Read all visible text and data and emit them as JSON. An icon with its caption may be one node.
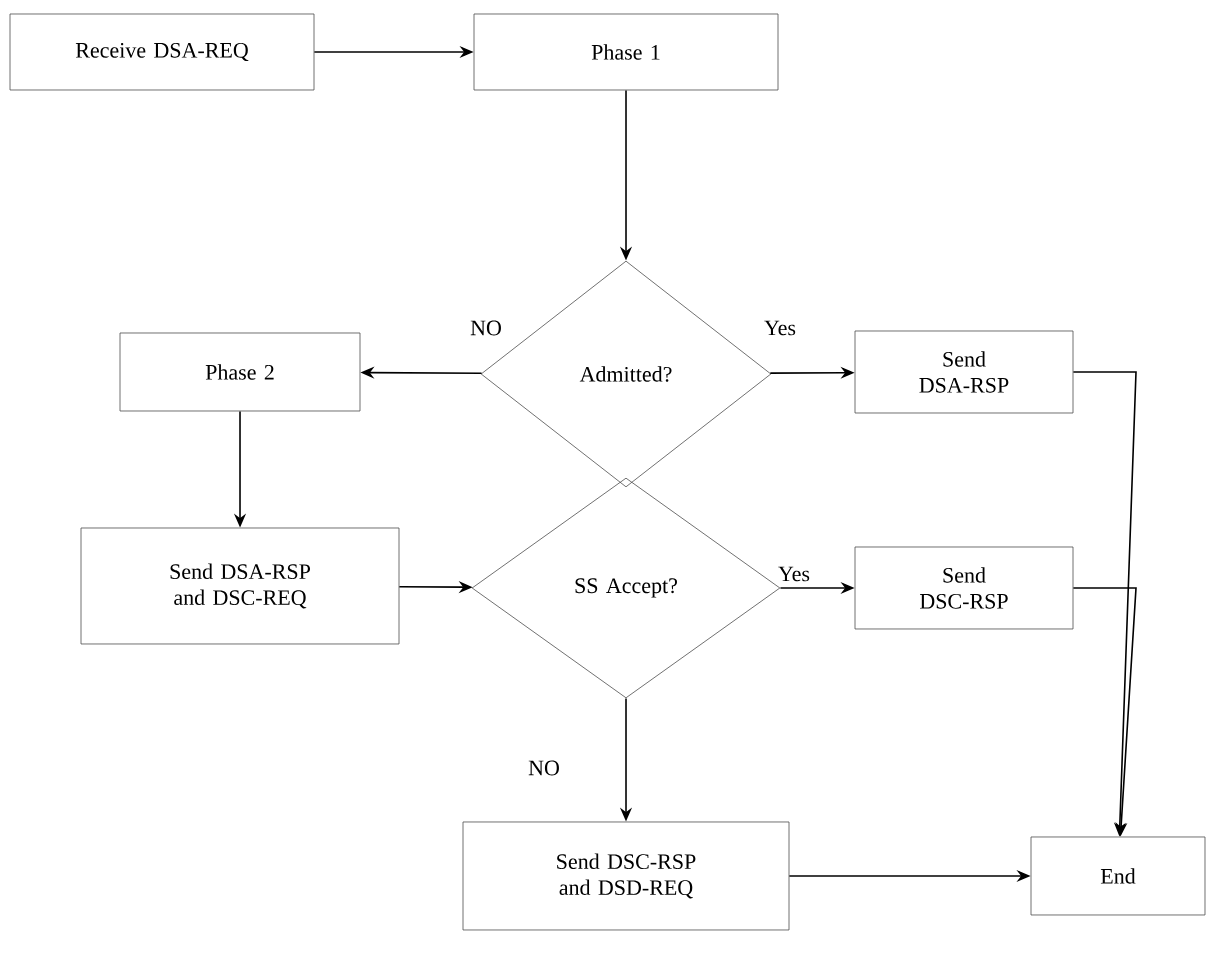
{
  "diagram": {
    "nodes": [
      {
        "text": [
          "Receive DSA-REQ"
        ]
      },
      {
        "text": [
          "Phase 1"
        ]
      },
      {
        "text": [
          "Admitted?"
        ]
      },
      {
        "text": [
          "Phase 2"
        ]
      },
      {
        "text": [
          "Send DSA-RSP"
        ]
      },
      {
        "text": [
          "Send DSA-RSP and DSC-REQ"
        ]
      },
      {
        "text": [
          "SS Accept?"
        ]
      },
      {
        "text": [
          "Send DSC-RSP"
        ]
      },
      {
        "text": [
          "Send DSC-RSP and DSD-REQ"
        ]
      },
      {
        "text": [
          "End"
        ]
      }
    ],
    "edges": [
      {
        "from": 0,
        "to": 1,
        "arrow": "to"
      },
      {
        "from": 1,
        "to": 2,
        "arrow": "to"
      },
      {
        "from": 2,
        "to": 3,
        "arrow": "to",
        "label": "NO"
      },
      {
        "from": 2,
        "to": 4,
        "arrow": "to",
        "label": "Yes"
      },
      {
        "from": 3,
        "to": 5,
        "arrow": "to"
      },
      {
        "from": 5,
        "to": 6,
        "arrow": "to"
      },
      {
        "from": 6,
        "to": 7,
        "arrow": "to",
        "label": "Yes"
      },
      {
        "from": 6,
        "to": 8,
        "arrow": "to",
        "label": "NO"
      },
      {
        "from": 4,
        "to": 9,
        "arrow": "to"
      },
      {
        "from": 7,
        "to": 9,
        "arrow": "to"
      },
      {
        "from": 8,
        "to": 9,
        "arrow": "to"
      }
    ]
  }
}
